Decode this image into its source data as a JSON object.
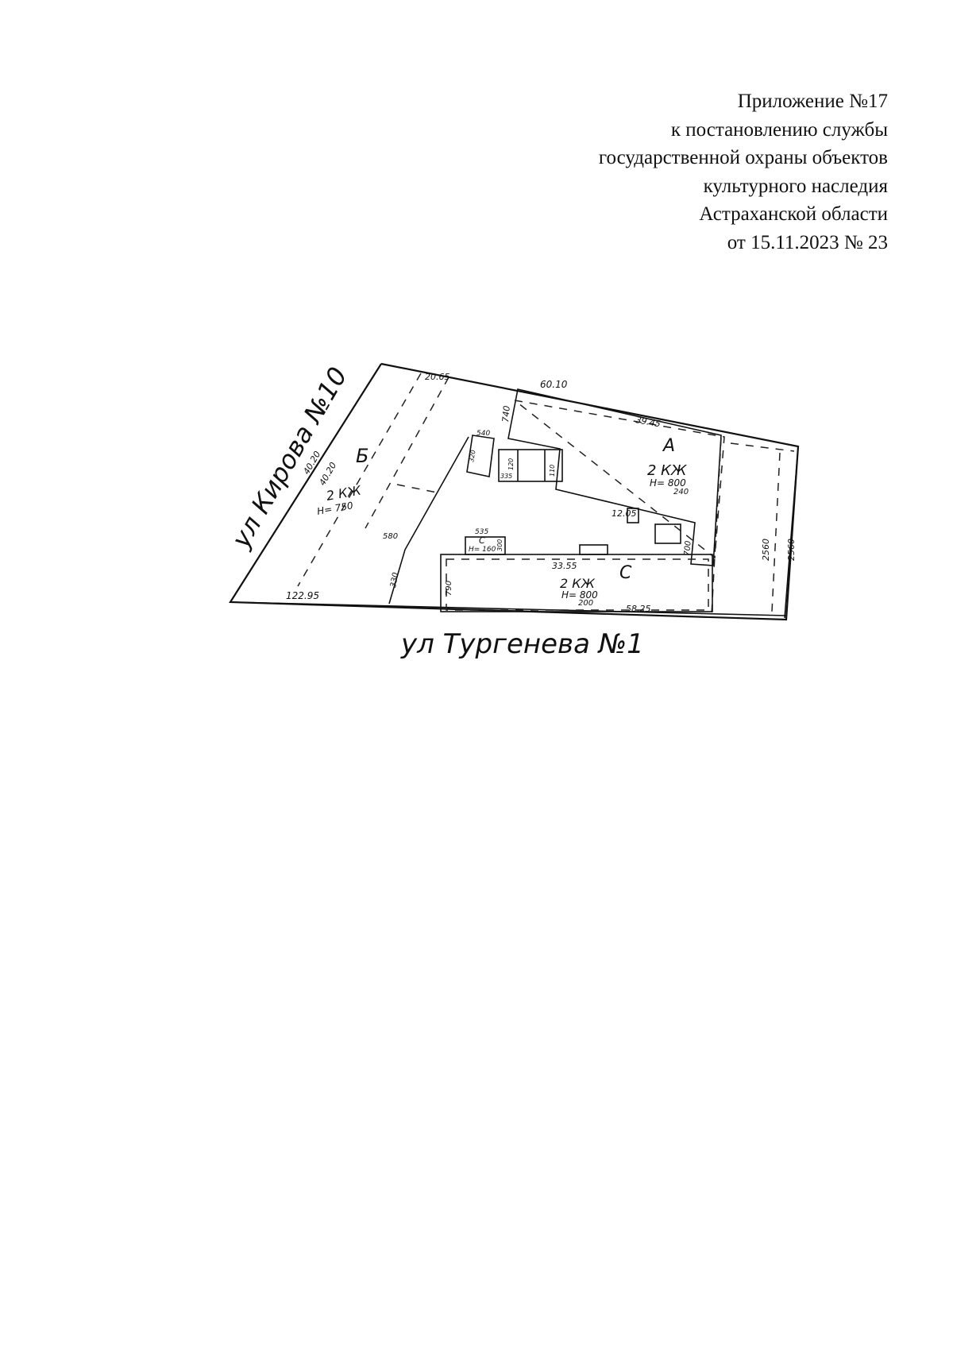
{
  "header": {
    "lines": [
      "Приложение №17",
      "к постановлению службы",
      "государственной охраны объектов",
      "культурного наследия",
      "Астраханской области",
      "от 15.11.2023 № 23"
    ]
  },
  "plan": {
    "street_left": "ул Кирова №10",
    "street_bottom": "ул Тургенева №1",
    "building_a": {
      "letter": "А",
      "label": "2 КЖ",
      "height": "Н= 800",
      "sub": "240"
    },
    "building_b": {
      "letter": "Б",
      "label": "2 КЖ",
      "height": "Н= 750"
    },
    "building_c": {
      "letter": "С",
      "label": "2 КЖ",
      "height": "Н= 800",
      "sub": "200"
    },
    "small_c": {
      "letter": "С",
      "height": "Н= 160",
      "dim": "535",
      "side": "300"
    },
    "dimensions": {
      "top_left": "20.65",
      "top_right": "60.10",
      "a_top": "39.45",
      "a_left": "740",
      "a_bottom": "12.05",
      "a_right": "700",
      "b_width_1": "40.20",
      "b_width_2": "40.20",
      "b_bottom": "580",
      "left_bottom": "122.95",
      "c_top": "33.55",
      "c_bottom": "58.25",
      "c_left": "790",
      "passage": "330",
      "right_1": "2560",
      "right_2": "2560",
      "annex_top": "540",
      "annex_a": "320",
      "annex_b": "120",
      "annex_c": "110",
      "annex_d": "335"
    }
  }
}
